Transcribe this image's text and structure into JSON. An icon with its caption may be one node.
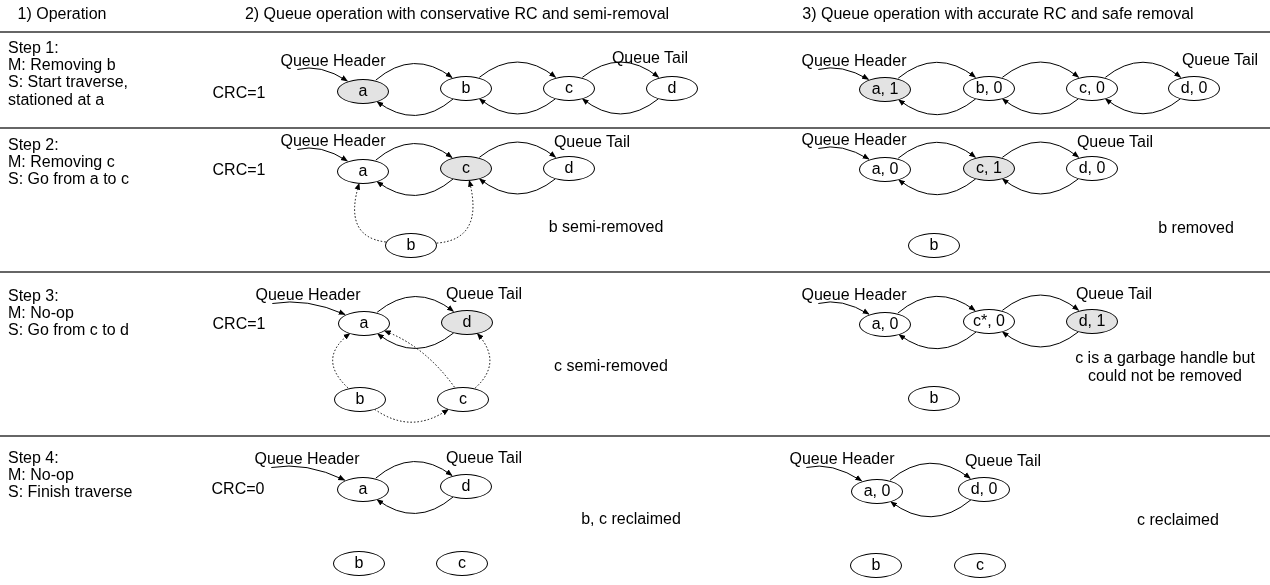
{
  "diagram": {
    "nodes": [
      {
        "text": [
          "Queue Header"
        ]
      },
      {
        "text": [
          "a"
        ]
      },
      {
        "text": [
          "b"
        ]
      },
      {
        "text": [
          "c"
        ]
      },
      {
        "text": [
          "d"
        ]
      },
      {
        "text": [
          "Queue Header"
        ]
      },
      {
        "text": [
          "a, 1"
        ]
      },
      {
        "text": [
          "b, 0"
        ]
      },
      {
        "text": [
          "c, 0"
        ]
      },
      {
        "text": [
          "d, 0"
        ]
      },
      {
        "text": [
          "Queue Header"
        ]
      },
      {
        "text": [
          "a"
        ]
      },
      {
        "text": [
          "c"
        ]
      },
      {
        "text": [
          "d"
        ]
      },
      {
        "text": [
          "b"
        ]
      },
      {
        "text": [
          "Queue Header"
        ]
      },
      {
        "text": [
          "a, 0"
        ]
      },
      {
        "text": [
          "c, 1"
        ]
      },
      {
        "text": [
          "d, 0"
        ]
      },
      {
        "text": [
          "b"
        ]
      },
      {
        "text": [
          "Queue Header"
        ]
      },
      {
        "text": [
          "a"
        ]
      },
      {
        "text": [
          "d"
        ]
      },
      {
        "text": [
          "b"
        ]
      },
      {
        "text": [
          "c"
        ]
      },
      {
        "text": [
          "Queue Header"
        ]
      },
      {
        "text": [
          "a, 0"
        ]
      },
      {
        "text": [
          "c*, 0"
        ]
      },
      {
        "text": [
          "d, 1"
        ]
      },
      {
        "text": [
          "b"
        ]
      },
      {
        "text": [
          "Queue Header"
        ]
      },
      {
        "text": [
          "a"
        ]
      },
      {
        "text": [
          "d"
        ]
      },
      {
        "text": [
          "b"
        ]
      },
      {
        "text": [
          "c"
        ]
      },
      {
        "text": [
          "Queue Header"
        ]
      },
      {
        "text": [
          "a, 0"
        ]
      },
      {
        "text": [
          "d, 0"
        ]
      },
      {
        "text": [
          "b"
        ]
      },
      {
        "text": [
          "c"
        ]
      }
    ],
    "edges": [
      {
        "from": 0,
        "to": 1,
        "arrow": "to"
      },
      {
        "from": 1,
        "to": 2,
        "arrow": "to"
      },
      {
        "from": 2,
        "to": 1,
        "arrow": "to"
      },
      {
        "from": 2,
        "to": 3,
        "arrow": "to"
      },
      {
        "from": 3,
        "to": 2,
        "arrow": "to"
      },
      {
        "from": 3,
        "to": 4,
        "arrow": "to"
      },
      {
        "from": 4,
        "to": 3,
        "arrow": "to"
      },
      {
        "from": 5,
        "to": 6,
        "arrow": "to"
      },
      {
        "from": 6,
        "to": 7,
        "arrow": "to"
      },
      {
        "from": 7,
        "to": 6,
        "arrow": "to"
      },
      {
        "from": 7,
        "to": 8,
        "arrow": "to"
      },
      {
        "from": 8,
        "to": 7,
        "arrow": "to"
      },
      {
        "from": 8,
        "to": 9,
        "arrow": "to"
      },
      {
        "from": 9,
        "to": 8,
        "arrow": "to"
      },
      {
        "from": 10,
        "to": 11,
        "arrow": "to"
      },
      {
        "from": 11,
        "to": 12,
        "arrow": "to"
      },
      {
        "from": 12,
        "to": 11,
        "arrow": "to"
      },
      {
        "from": 12,
        "to": 13,
        "arrow": "to"
      },
      {
        "from": 13,
        "to": 12,
        "arrow": "to"
      },
      {
        "from": 14,
        "to": 11,
        "arrow": "to",
        "style": "dashed"
      },
      {
        "from": 14,
        "to": 12,
        "arrow": "to",
        "style": "dashed"
      },
      {
        "from": 15,
        "to": 16,
        "arrow": "to"
      },
      {
        "from": 16,
        "to": 17,
        "arrow": "to"
      },
      {
        "from": 17,
        "to": 16,
        "arrow": "to"
      },
      {
        "from": 17,
        "to": 18,
        "arrow": "to"
      },
      {
        "from": 18,
        "to": 17,
        "arrow": "to"
      },
      {
        "from": 20,
        "to": 21,
        "arrow": "to"
      },
      {
        "from": 21,
        "to": 22,
        "arrow": "to"
      },
      {
        "from": 22,
        "to": 21,
        "arrow": "to"
      },
      {
        "from": 23,
        "to": 21,
        "arrow": "to",
        "style": "dashed"
      },
      {
        "from": 23,
        "to": 24,
        "arrow": "to",
        "style": "dashed"
      },
      {
        "from": 24,
        "to": 21,
        "arrow": "to",
        "style": "dashed"
      },
      {
        "from": 24,
        "to": 22,
        "arrow": "to",
        "style": "dashed"
      },
      {
        "from": 25,
        "to": 26,
        "arrow": "to"
      },
      {
        "from": 26,
        "to": 27,
        "arrow": "to"
      },
      {
        "from": 27,
        "to": 26,
        "arrow": "to"
      },
      {
        "from": 27,
        "to": 28,
        "arrow": "to"
      },
      {
        "from": 28,
        "to": 27,
        "arrow": "to"
      },
      {
        "from": 30,
        "to": 31,
        "arrow": "to"
      },
      {
        "from": 31,
        "to": 32,
        "arrow": "to"
      },
      {
        "from": 32,
        "to": 31,
        "arrow": "to"
      },
      {
        "from": 35,
        "to": 36,
        "arrow": "to"
      },
      {
        "from": 36,
        "to": 37,
        "arrow": "to"
      },
      {
        "from": 37,
        "to": 36,
        "arrow": "to"
      }
    ],
    "labels": [
      "1) Operation",
      "2) Queue operation with conservative RC and semi-removal",
      "3) Queue operation with accurate RC and safe removal",
      "Step 1:",
      "M: Removing b",
      "S: Start traverse, stationed at a",
      "CRC=1",
      "Queue Tail",
      "Queue Tail",
      "Step 2:",
      "M: Removing c",
      "S: Go from a to c",
      "CRC=1",
      "Queue Tail",
      "Queue Tail",
      "b semi-removed",
      "b removed",
      "Step 3:",
      "M: No-op",
      "S: Go from c to d",
      "CRC=1",
      "Queue Tail",
      "Queue Tail",
      "c semi-removed",
      "c is a garbage handle but could not be removed",
      "Step 4:",
      "M: No-op",
      "S: Finish traverse",
      "CRC=0",
      "Queue Tail",
      "Queue Tail",
      "b, c reclaimed",
      "c reclaimed"
    ]
  }
}
